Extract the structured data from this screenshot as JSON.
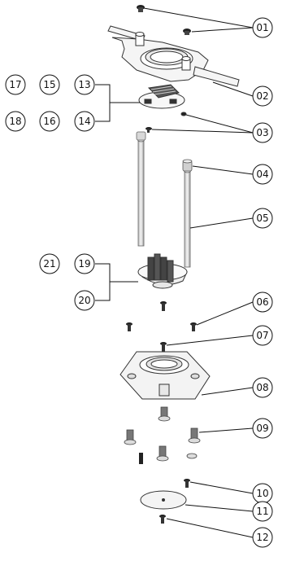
{
  "balloons": [
    {
      "key": "b01",
      "label": "01"
    },
    {
      "key": "b02",
      "label": "02"
    },
    {
      "key": "b03",
      "label": "03"
    },
    {
      "key": "b04",
      "label": "04"
    },
    {
      "key": "b05",
      "label": "05"
    },
    {
      "key": "b06",
      "label": "06"
    },
    {
      "key": "b07",
      "label": "07"
    },
    {
      "key": "b08",
      "label": "08"
    },
    {
      "key": "b09",
      "label": "09"
    },
    {
      "key": "b10",
      "label": "10"
    },
    {
      "key": "b11",
      "label": "11"
    },
    {
      "key": "b12",
      "label": "12"
    },
    {
      "key": "b13",
      "label": "13"
    },
    {
      "key": "b14",
      "label": "14"
    },
    {
      "key": "b15",
      "label": "15"
    },
    {
      "key": "b16",
      "label": "16"
    },
    {
      "key": "b17",
      "label": "17"
    },
    {
      "key": "b18",
      "label": "18"
    },
    {
      "key": "b19",
      "label": "19"
    },
    {
      "key": "b20",
      "label": "20"
    },
    {
      "key": "b21",
      "label": "21"
    }
  ]
}
